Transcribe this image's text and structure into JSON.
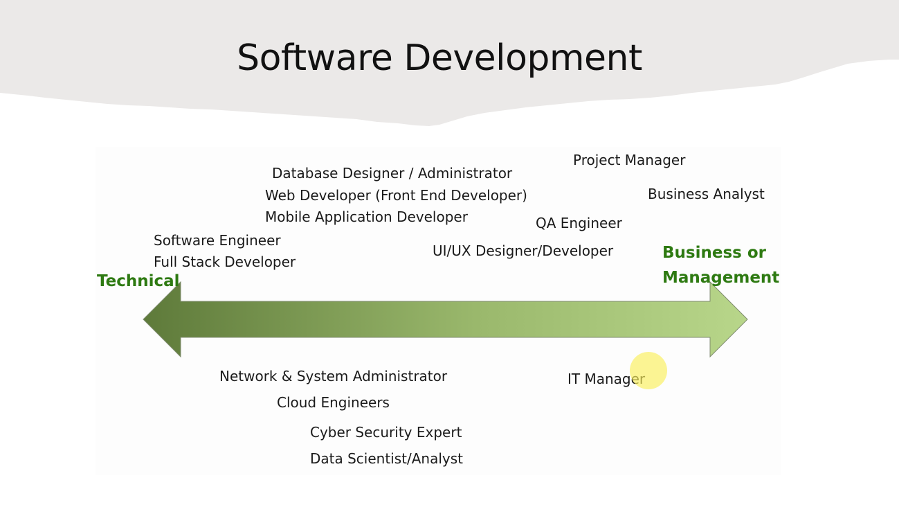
{
  "title": "Software Development",
  "spectrum": {
    "left_label": "Technical",
    "right_label_line1": "Business or",
    "right_label_line2": "Management"
  },
  "roles_above": {
    "database_designer": "Database Designer / Administrator",
    "web_developer": "Web Developer (Front End Developer)",
    "mobile_developer": "Mobile Application Developer",
    "software_engineer": "Software Engineer",
    "full_stack_developer": "Full Stack Developer",
    "project_manager": "Project Manager",
    "business_analyst": "Business Analyst",
    "qa_engineer": "QA Engineer",
    "ui_ux_designer": "UI/UX Designer/Developer"
  },
  "roles_below": {
    "network_admin": "Network & System Administrator",
    "cloud_engineers": "Cloud Engineers",
    "cyber_security": "Cyber Security Expert",
    "data_scientist": "Data Scientist/Analyst",
    "it_manager": "IT Manager"
  },
  "colors": {
    "arrow_dark": "#5e7a3a",
    "arrow_light": "#b8d68a",
    "label_green": "#2e7a12",
    "banner": "#ebe9e8"
  }
}
